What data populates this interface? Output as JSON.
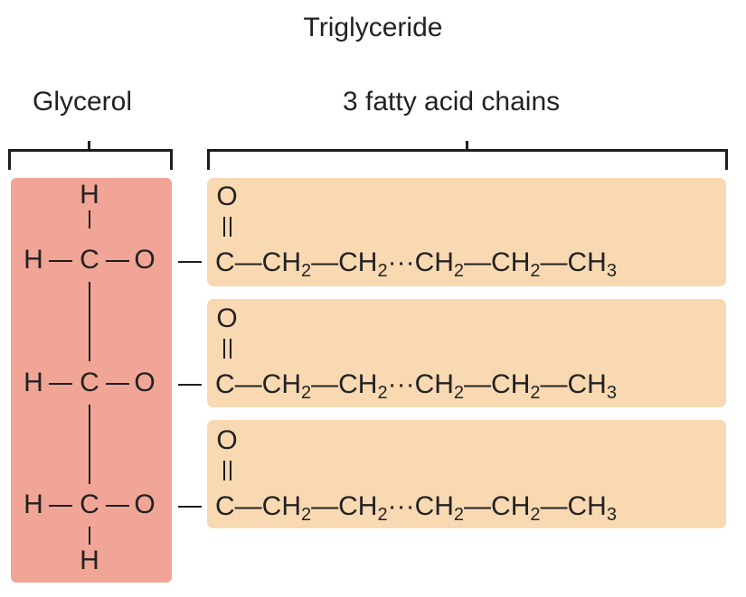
{
  "diagram": {
    "title": "Triglyceride",
    "glycerol_label": "Glycerol",
    "fatty_acids_label": "3 fatty acid chains",
    "atoms": {
      "h": "H",
      "c": "C",
      "o": "O"
    },
    "chain_segments": [
      {
        "text": "C—CH",
        "sub": "2"
      },
      {
        "text": "—CH",
        "sub": "2"
      },
      {
        "text": "···CH",
        "sub": "2"
      },
      {
        "text": "—CH",
        "sub": "2"
      },
      {
        "text": "—CH",
        "sub": "3"
      }
    ],
    "colors": {
      "glycerol_fill": "#f0a596",
      "chain_fill": "#f9d9b2",
      "line": "#1e1e1e"
    }
  }
}
